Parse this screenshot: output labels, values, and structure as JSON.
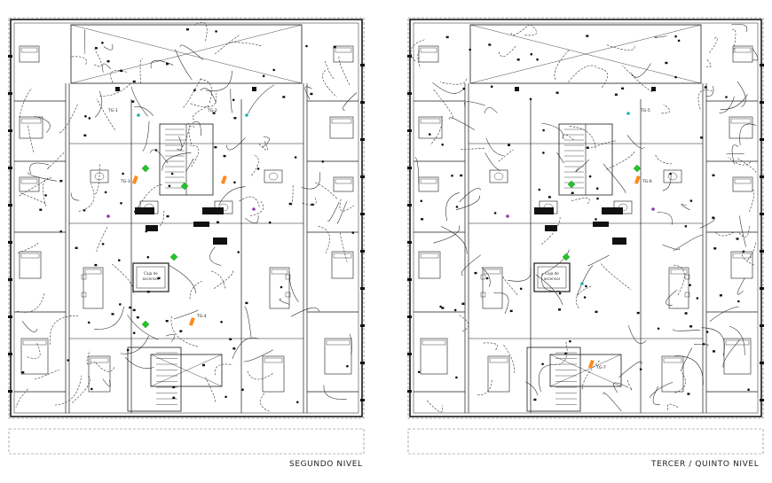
{
  "plans": [
    {
      "caption": "SEGUNDO NIVEL",
      "elevator_label": "Caja de ascensor",
      "panel_labels": [
        "TG-1",
        "TG-2",
        "TG-3",
        "TG-4"
      ],
      "panel_color": "#ff8a1c",
      "outlet_color": "#22c42a",
      "accent_color": "#1fb5a8"
    },
    {
      "caption": "TERCER / QUINTO NIVEL",
      "elevator_label": "Caja de ascensor",
      "panel_labels": [
        "TG-5",
        "TG-6",
        "TG-7"
      ],
      "panel_color": "#ff8a1c",
      "outlet_color": "#22c42a",
      "accent_color": "#1fb5a8"
    }
  ],
  "colors": {
    "line": "#1a1a1a",
    "wiring": "#222222",
    "background": "#ffffff"
  }
}
